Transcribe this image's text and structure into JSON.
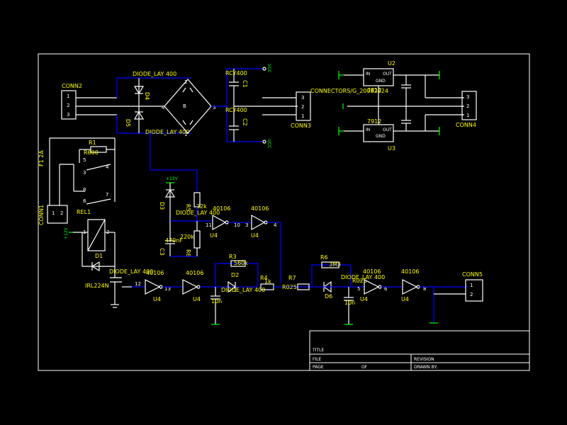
{
  "title_block": {
    "title": "TITLE",
    "file": "FILE",
    "page": "PAGE",
    "of": "OF",
    "revision": "REVISION",
    "drawn_by": "DRAWN BY:"
  },
  "colors": {
    "wire": "#0000ff",
    "component": "#ffffff",
    "label": "#ffff00",
    "power": "#00ff00",
    "background": "#000000"
  },
  "labels": {
    "conn2": "CONN2",
    "conn3": "CONN3",
    "conn4": "CONN4",
    "conn5": "CONN5",
    "conn1": "CONN1",
    "diode_top": "DIODE_LAY 400",
    "diode_mid": "DIODE_LAY 400",
    "d4": "D4",
    "d5": "D5",
    "rcy1": "RCY400",
    "rcy2": "RCY400",
    "c1": "C1",
    "c2": "C2",
    "conn_rs": "CONNECTORS/G_20082024",
    "u2": "U2",
    "u3": "U3",
    "reg1": "7812",
    "reg2": "7912",
    "f1": "F1 2A",
    "r1": "R1",
    "r1v": "R600",
    "rel1": "REL1",
    "d1": "D1",
    "irl": "IRL224N",
    "d3": "D3",
    "r5": "R5",
    "r5v": "22k",
    "diode_d3": "DIODE_LAY 400",
    "c3": "C3",
    "c3v": "470nF",
    "r6b": "R6",
    "r6bv": "220k",
    "u4a": "40106",
    "u4b": "40106",
    "u4c": "40106",
    "u4d": "40106",
    "u4e": "40106",
    "u4f": "40106",
    "u4": "U4",
    "r3": "R3",
    "r3v": "560k",
    "d2": "D2",
    "diode_d2": "DIODE_LAY 400",
    "r4": "R4",
    "r4v": "1k",
    "r7": "R7",
    "r7v": "R025",
    "r6": "R6",
    "r6v": "3M3",
    "d6": "D6",
    "diode_d6": "DIODE_LAY 400",
    "r_small": "R025",
    "c4v": "10n",
    "c5v": "10n",
    "v12": "+12V",
    "vcc": "VCC",
    "vcc_neg": "-VCC"
  }
}
